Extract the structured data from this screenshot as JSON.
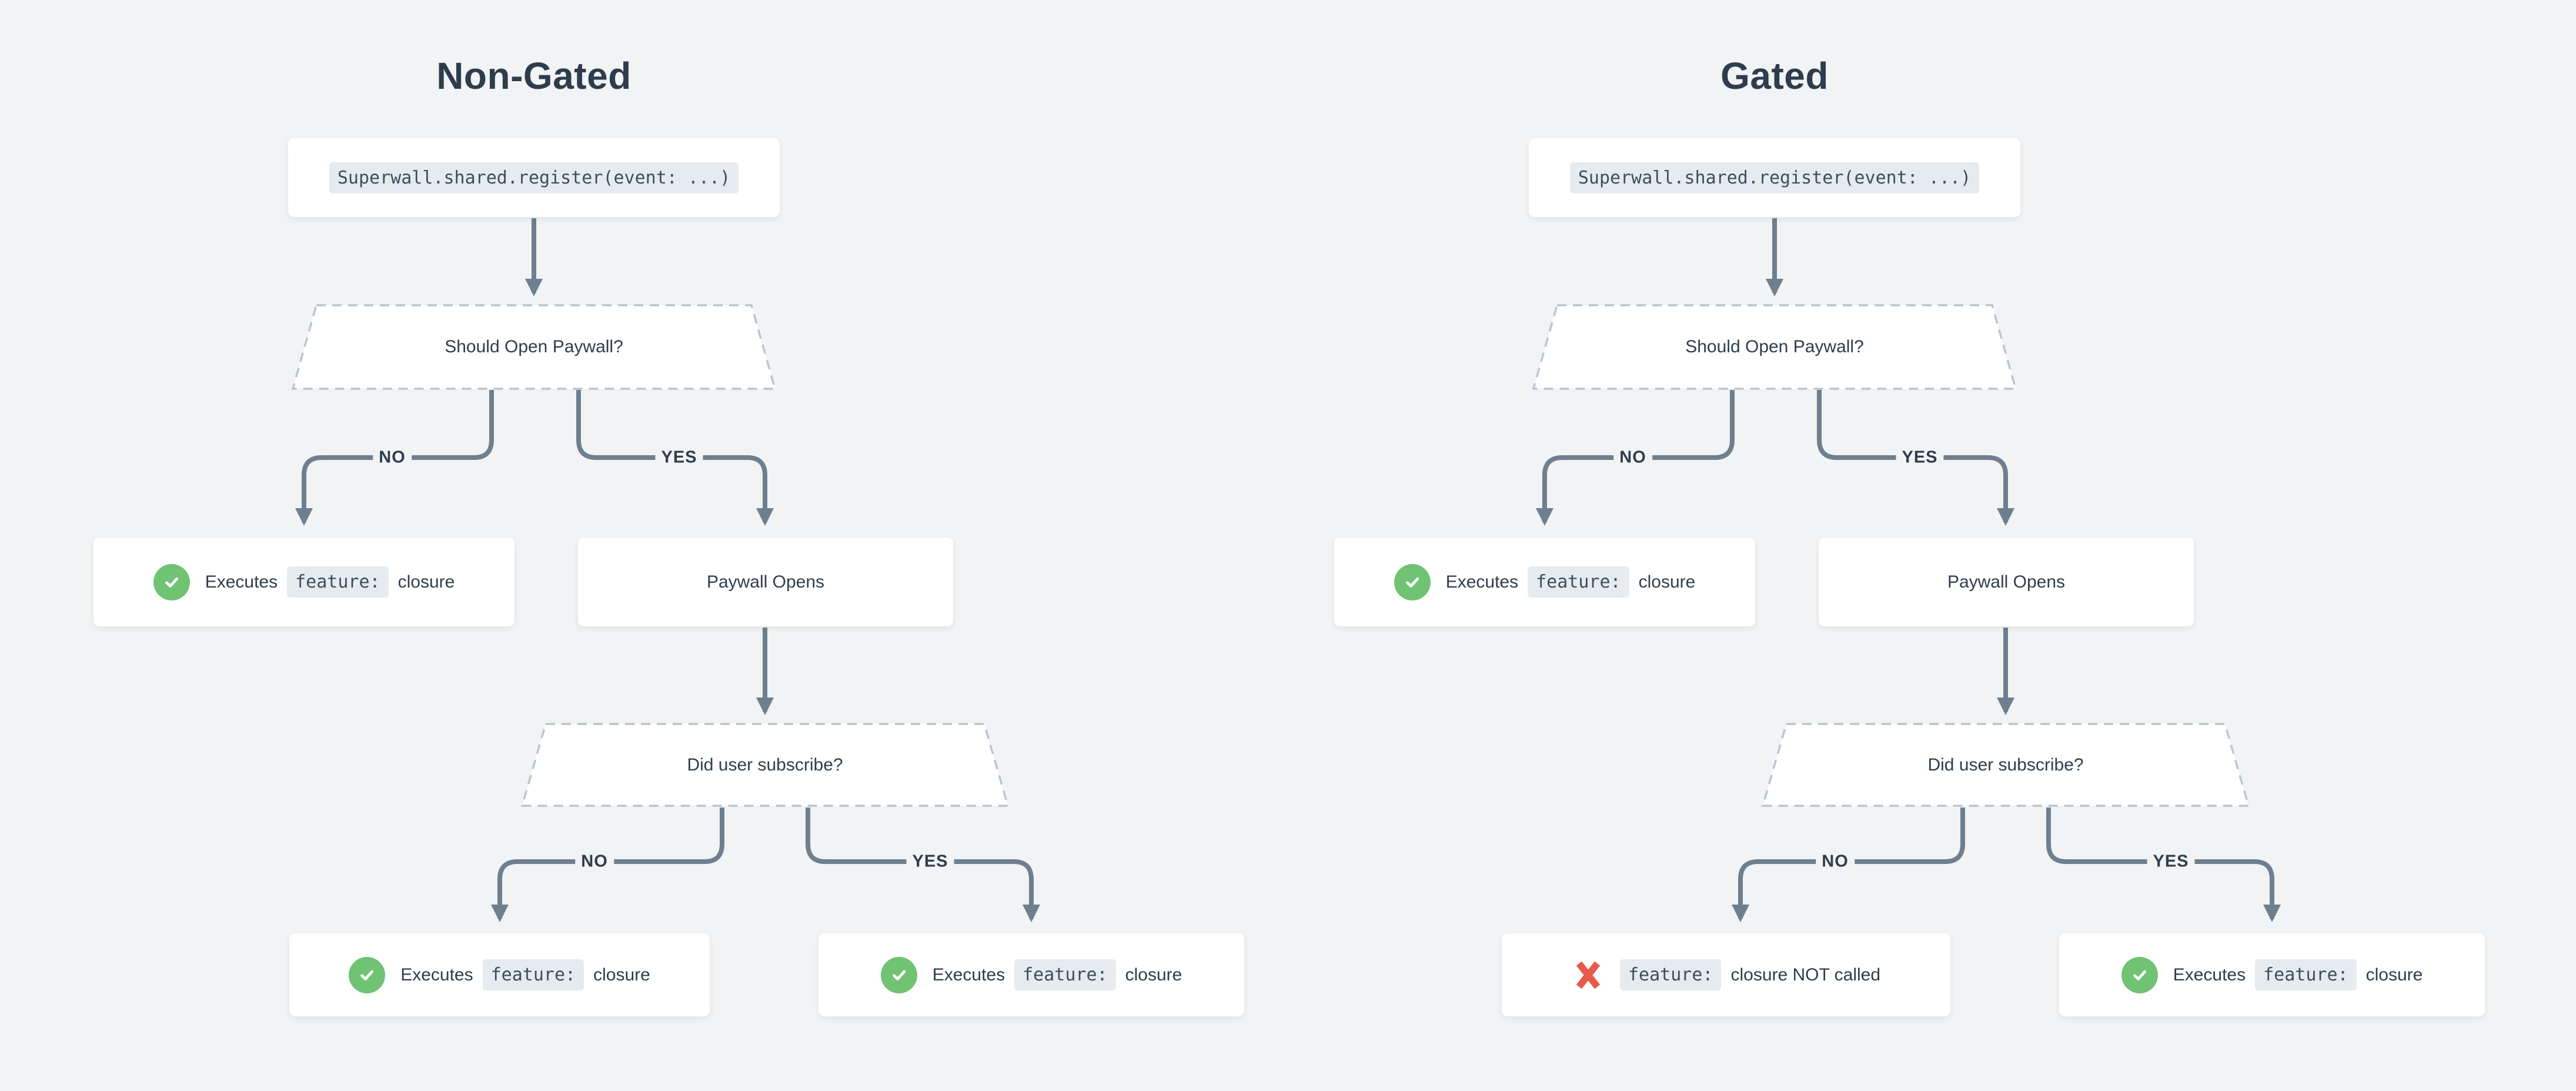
{
  "colors": {
    "background": "#f1f3f4",
    "connector_gray": "#6e7f8f",
    "success_green": "#6fc373",
    "failure_red": "#e8594b"
  },
  "charts": [
    {
      "title": "Non-Gated",
      "code": "Superwall.shared.register(event: ...)",
      "decision_paywall": "Should Open Paywall?",
      "branch1_no": "NO",
      "branch1_yes": "YES",
      "result_no_paywall": {
        "icon": "check",
        "prefix": "Executes",
        "chip": "feature:",
        "suffix": "closure"
      },
      "paywall_opens": "Paywall Opens",
      "decision_subscribe": "Did user subscribe?",
      "branch2_no": "NO",
      "branch2_yes": "YES",
      "result_not_subscribed": {
        "icon": "check",
        "prefix": "Executes",
        "chip": "feature:",
        "suffix": "closure"
      },
      "result_subscribed": {
        "icon": "check",
        "prefix": "Executes",
        "chip": "feature:",
        "suffix": "closure"
      }
    },
    {
      "title": "Gated",
      "code": "Superwall.shared.register(event: ...)",
      "decision_paywall": "Should Open Paywall?",
      "branch1_no": "NO",
      "branch1_yes": "YES",
      "result_no_paywall": {
        "icon": "check",
        "prefix": "Executes",
        "chip": "feature:",
        "suffix": "closure"
      },
      "paywall_opens": "Paywall Opens",
      "decision_subscribe": "Did user subscribe?",
      "branch2_no": "NO",
      "branch2_yes": "YES",
      "result_not_subscribed": {
        "icon": "cross",
        "prefix": "",
        "chip": "feature:",
        "suffix": "closure NOT called"
      },
      "result_subscribed": {
        "icon": "check",
        "prefix": "Executes",
        "chip": "feature:",
        "suffix": "closure"
      }
    }
  ]
}
